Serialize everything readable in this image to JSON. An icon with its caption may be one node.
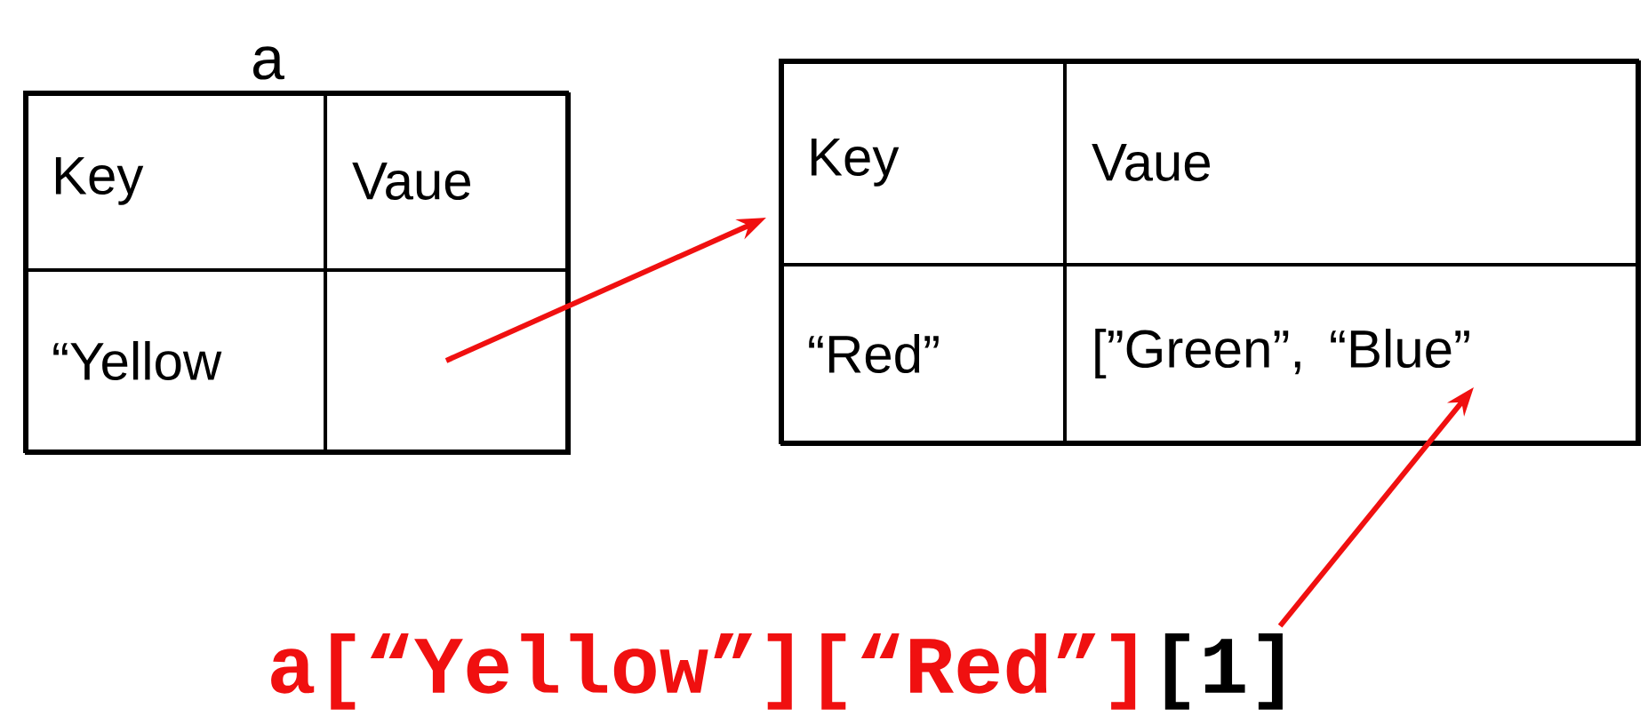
{
  "diagram": {
    "nodes": [
      {
        "text": [
          "a"
        ]
      },
      {
        "text": [
          "Key"
        ],
        "in": 0
      },
      {
        "text": [
          "Vaue"
        ],
        "in": 0
      },
      {
        "text": [
          "“Yellow"
        ],
        "in": 0
      },
      {
        "text": [],
        "shape": "box",
        "in": 0
      },
      {
        "text": [],
        "shape": "box"
      },
      {
        "text": [
          "Key"
        ],
        "in": 5
      },
      {
        "text": [
          "Vaue"
        ],
        "in": 5
      },
      {
        "text": [
          "“Red”"
        ],
        "in": 5
      },
      {
        "text": [
          "[”Green”, “Blue”"
        ],
        "in": 5
      },
      {
        "text": [
          "a[“Yellow”][“Red”]",
          "[1]"
        ]
      }
    ],
    "edges": [
      {
        "from": 4,
        "to": 5,
        "arrow": "to"
      },
      {
        "from": 10,
        "to": 9,
        "arrow": "to"
      }
    ]
  }
}
